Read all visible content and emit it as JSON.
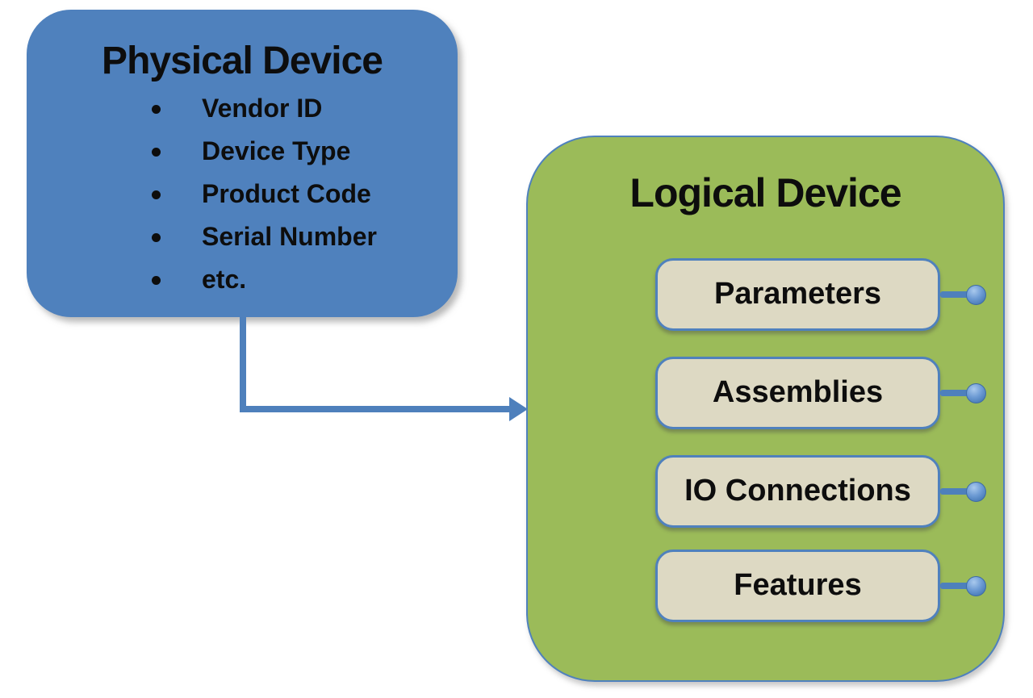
{
  "diagram": {
    "colors": {
      "physical_fill": "#4F81BD",
      "logical_fill": "#9BBB59",
      "item_fill": "#DDD9C3",
      "border_blue": "#4F81BD",
      "connector": "#4E80BC",
      "text": "#0d0d0d",
      "bg": "#ffffff"
    },
    "physical_device": {
      "title": "Physical Device",
      "items": [
        "Vendor ID",
        "Device Type",
        "Product Code",
        "Serial Number",
        "etc."
      ]
    },
    "logical_device": {
      "title": "Logical Device",
      "items": [
        "Parameters",
        "Assemblies",
        "IO Connections",
        "Features"
      ]
    }
  }
}
